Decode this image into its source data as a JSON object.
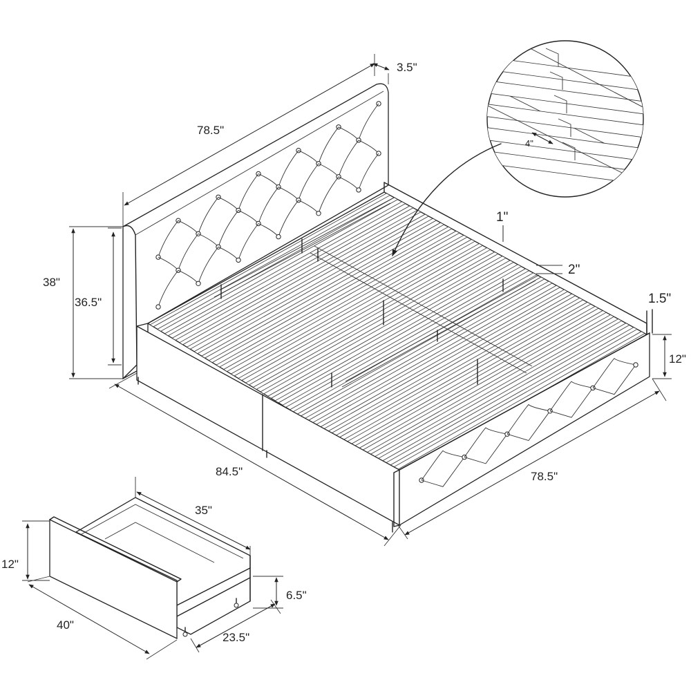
{
  "bed": {
    "headboard_width": "78.5\"",
    "headboard_depth": "3.5\"",
    "total_height": "38\"",
    "headboard_height": "36.5\"",
    "length": "84.5\"",
    "width": "78.5\"",
    "slat_thickness": "1\"",
    "rail_height": "2\"",
    "rail_depth": "1.5\"",
    "footboard_height": "12\""
  },
  "detail": {
    "slat_gap": "4\""
  },
  "drawer": {
    "front_height": "12\"",
    "front_width": "40\"",
    "depth": "35\"",
    "inner_width": "23.5\"",
    "inner_height": "6.5\""
  }
}
